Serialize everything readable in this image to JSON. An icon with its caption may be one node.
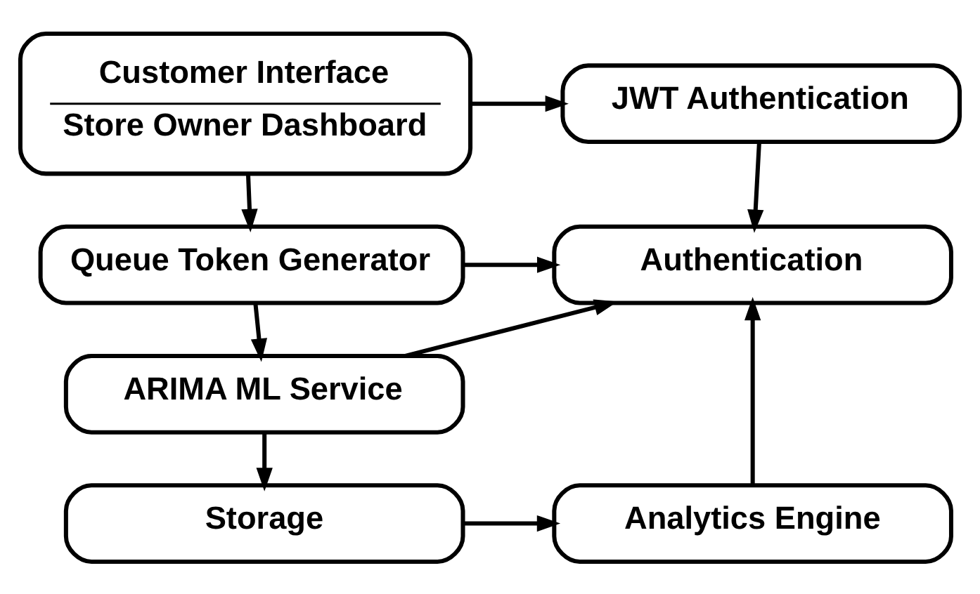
{
  "diagram": {
    "nodes": [
      {
        "text": [
          "Customer Interface",
          "Store Owner Dashboard"
        ]
      },
      {
        "text": [
          "JWT Authentication"
        ]
      },
      {
        "text": [
          "Queue Token Generator"
        ]
      },
      {
        "text": [
          "Authentication"
        ]
      },
      {
        "text": [
          "ARIMA ML Service"
        ]
      },
      {
        "text": [
          "Storage"
        ]
      },
      {
        "text": [
          "Analytics Engine"
        ]
      }
    ],
    "edges": [
      {
        "from": 0,
        "to": 1,
        "arrow": "to"
      },
      {
        "from": 0,
        "to": 2,
        "arrow": "to"
      },
      {
        "from": 1,
        "to": 3,
        "arrow": "to"
      },
      {
        "from": 2,
        "to": 3,
        "arrow": "to"
      },
      {
        "from": 2,
        "to": 4,
        "arrow": "to"
      },
      {
        "from": 4,
        "to": 5,
        "arrow": "to"
      },
      {
        "from": 4,
        "to": 3,
        "arrow": "to"
      },
      {
        "from": 5,
        "to": 6,
        "arrow": "to"
      },
      {
        "from": 6,
        "to": 3,
        "arrow": "to"
      }
    ]
  }
}
